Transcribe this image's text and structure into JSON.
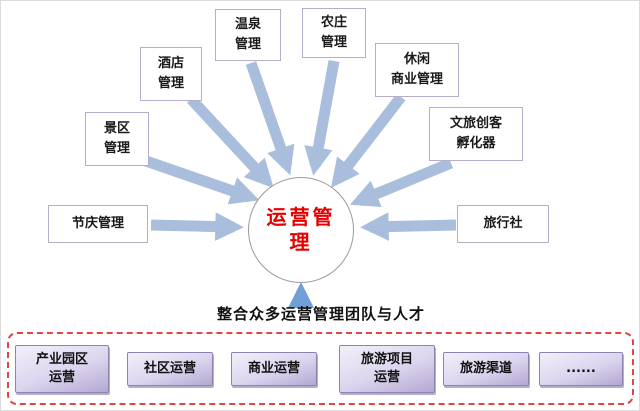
{
  "center": {
    "lines": [
      "运营管",
      "理"
    ]
  },
  "nodes": [
    {
      "id": "hot-spring-management",
      "lines": [
        "温泉",
        "管理"
      ]
    },
    {
      "id": "farm-management",
      "lines": [
        "农庄",
        "管理"
      ]
    },
    {
      "id": "hotel-management",
      "lines": [
        "酒店",
        "管理"
      ]
    },
    {
      "id": "leisure-commerce-management",
      "lines": [
        "休闲",
        "商业管理"
      ]
    },
    {
      "id": "scenic-area-management",
      "lines": [
        "景区",
        "管理"
      ]
    },
    {
      "id": "culture-tourism-maker-incubator",
      "lines": [
        "文旅创客",
        "孵化器"
      ]
    },
    {
      "id": "festival-management",
      "lines": [
        "节庆管理"
      ]
    },
    {
      "id": "travel-agency",
      "lines": [
        "旅行社"
      ]
    }
  ],
  "caption": "整合众多运营管理团队与人才",
  "bottom": {
    "items": [
      {
        "lines": [
          "产业园区",
          "运营"
        ]
      },
      {
        "lines": [
          "社区运营"
        ]
      },
      {
        "lines": [
          "商业运营"
        ]
      },
      {
        "lines": [
          "旅游项目",
          "运营"
        ]
      },
      {
        "lines": [
          "旅游渠道"
        ]
      },
      {
        "lines": [
          "......"
        ]
      }
    ]
  },
  "colors": {
    "arrow": "#a9bedd",
    "up_arrow": "#70a0d6",
    "center_text": "#e60000",
    "dashed_border": "#e24545",
    "bottom_box_fill": "#d9d2ec"
  }
}
